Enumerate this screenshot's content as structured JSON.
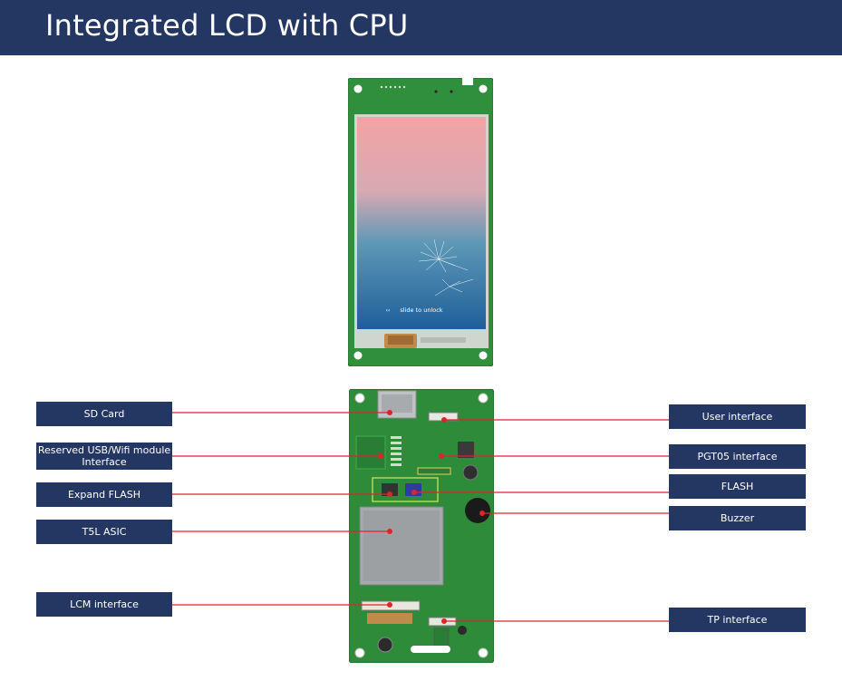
{
  "header": {
    "title": "Integrated LCD with CPU"
  },
  "colors": {
    "header_bg": "#243763",
    "label_bg": "#243763",
    "line": "#d9262c",
    "pcb_green": "#2e8b3a"
  },
  "screen": {
    "slide_text": "slide to unlock"
  },
  "labels_left": [
    {
      "id": "sd-card",
      "text": "SD Card"
    },
    {
      "id": "reserved-usb-wifi",
      "text": "Reserved USB/Wifi module Interface"
    },
    {
      "id": "expand-flash",
      "text": "Expand FLASH"
    },
    {
      "id": "t5l-asic",
      "text": "T5L ASIC"
    },
    {
      "id": "lcm-interface",
      "text": "LCM interface"
    }
  ],
  "labels_right": [
    {
      "id": "user-interface",
      "text": "User interface"
    },
    {
      "id": "pgt05-interface",
      "text": "PGT05 interface"
    },
    {
      "id": "flash",
      "text": "FLASH"
    },
    {
      "id": "buzzer",
      "text": "Buzzer"
    },
    {
      "id": "tp-interface",
      "text": "TP interface"
    }
  ]
}
